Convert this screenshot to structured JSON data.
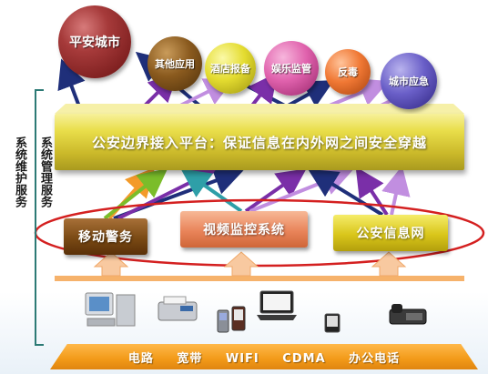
{
  "top_nodes": [
    {
      "label": "平安城市",
      "color": "#8a1f1f"
    },
    {
      "label": "其他应用",
      "color": "#7a4a14"
    },
    {
      "label": "酒店报备",
      "color": "#d6d21a"
    },
    {
      "label": "娱乐监管",
      "color": "#d84fa0"
    },
    {
      "label": "反毒",
      "color": "#e45a14"
    },
    {
      "label": "城市应急",
      "color": "#4b3fa8"
    }
  ],
  "side_labels": {
    "maintenance": "系统维护服务",
    "management": "系统管理服务"
  },
  "platform_label": "公安边界接入平台：保证信息在内外网之间安全穿越",
  "systems": [
    {
      "label": "移动警务",
      "color": "#7a4a14"
    },
    {
      "label": "视频监控系统",
      "color": "#e7835a"
    },
    {
      "label": "公安信息网",
      "color": "#d4c214"
    }
  ],
  "devices": [
    {
      "name": "desktop-computer-icon"
    },
    {
      "name": "fax-machine-icon"
    },
    {
      "name": "mobile-phone-icon"
    },
    {
      "name": "pda-device-icon"
    },
    {
      "name": "laptop-icon"
    },
    {
      "name": "smartphone-icon"
    },
    {
      "name": "office-phone-icon"
    }
  ],
  "network_band": "电路  宽带  WIFI  CDMA  办公电话"
}
